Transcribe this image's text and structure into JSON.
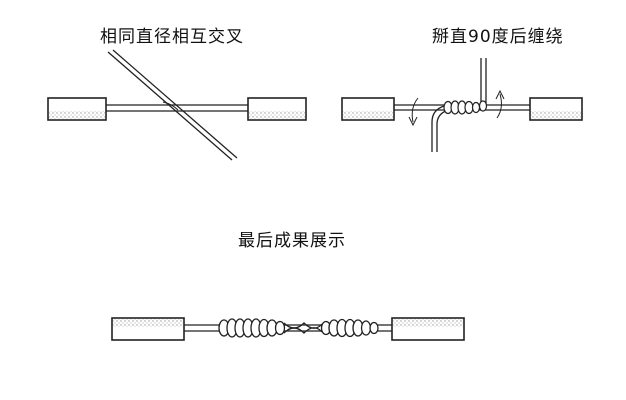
{
  "diagram": {
    "title": "",
    "steps": [
      {
        "caption": "相同直径相互交叉"
      },
      {
        "caption": "掰直90度后缠绕"
      },
      {
        "caption": "最后成果展示"
      }
    ],
    "colors": {
      "ink": "#222222",
      "insulation": "#ffffff",
      "stipple": "#b8b8b8"
    }
  }
}
